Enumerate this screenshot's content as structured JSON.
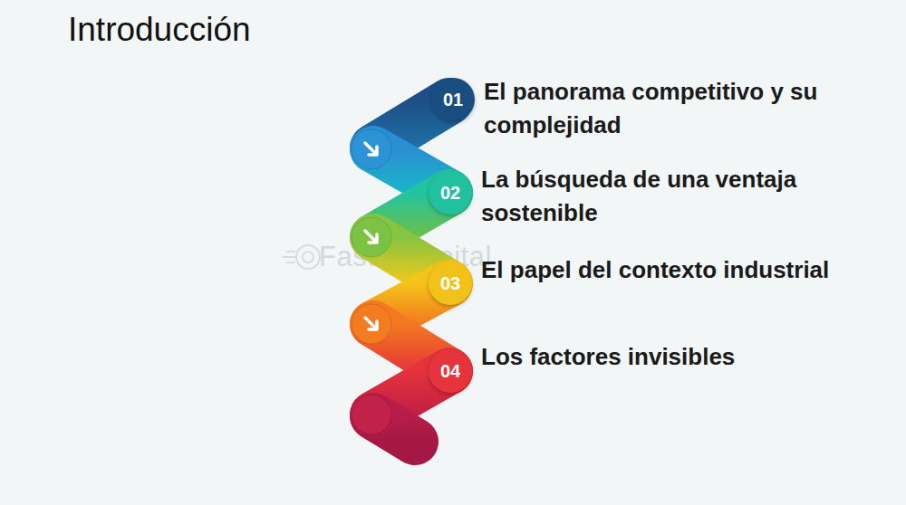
{
  "diagram": {
    "title": "Introducción",
    "nodes": [
      {
        "text": [
          "01",
          "El panorama competitivo y su complejidad"
        ]
      },
      {
        "text": [
          "02",
          "La búsqueda de una ventaja sostenible"
        ]
      },
      {
        "text": [
          "03",
          "El papel del contexto industrial"
        ]
      },
      {
        "text": [
          "04",
          "Los factores invisibles"
        ]
      }
    ],
    "labels": [
      "FasterCapital"
    ]
  }
}
